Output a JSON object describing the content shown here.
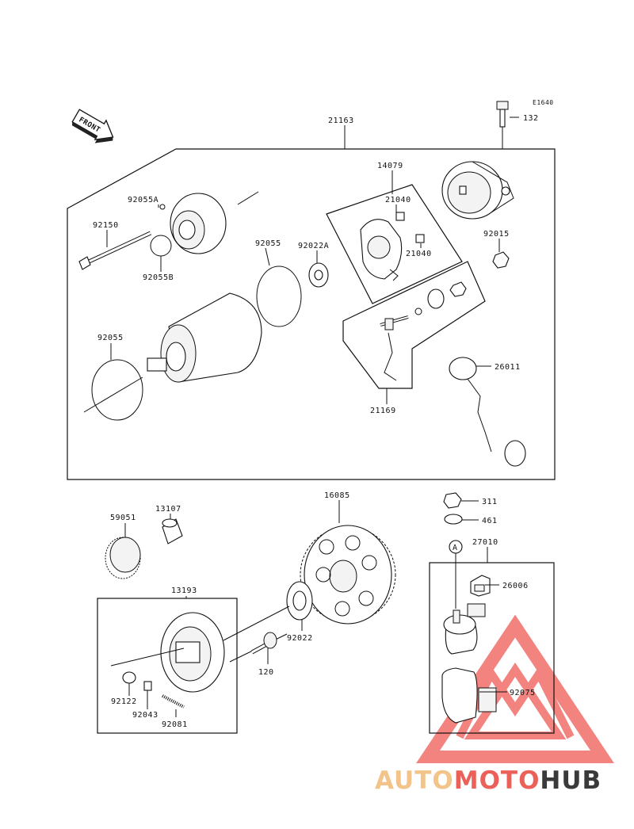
{
  "diagram": {
    "code": "E1640",
    "orientation_label": "FRONT",
    "callout": "A",
    "parts": {
      "p132": "132",
      "p21163": "21163",
      "p14079": "14079",
      "p21040a": "21040",
      "p21040b": "21040",
      "p92055A": "92055A",
      "p92150": "92150",
      "p92055B": "92055B",
      "p92055a": "92055",
      "p92022A": "92022A",
      "p92015": "92015",
      "p92055b": "92055",
      "p26011": "26011",
      "p21169": "21169",
      "p311": "311",
      "p461": "461",
      "p16085": "16085",
      "p59051": "59051",
      "p13107": "13107",
      "p27010": "27010",
      "p13193": "13193",
      "p26006": "26006",
      "p92022": "92022",
      "p120": "120",
      "p92075": "92075",
      "p92122": "92122",
      "p92043": "92043",
      "p92081": "92081"
    }
  },
  "watermark": {
    "part1": "AUTO",
    "part2": "MOTO",
    "part3": "HUB",
    "colors": {
      "accent": "#f2c48a",
      "brand": "#e8453c",
      "dark": "#3a3a3a",
      "mark": "#f05a55"
    }
  }
}
